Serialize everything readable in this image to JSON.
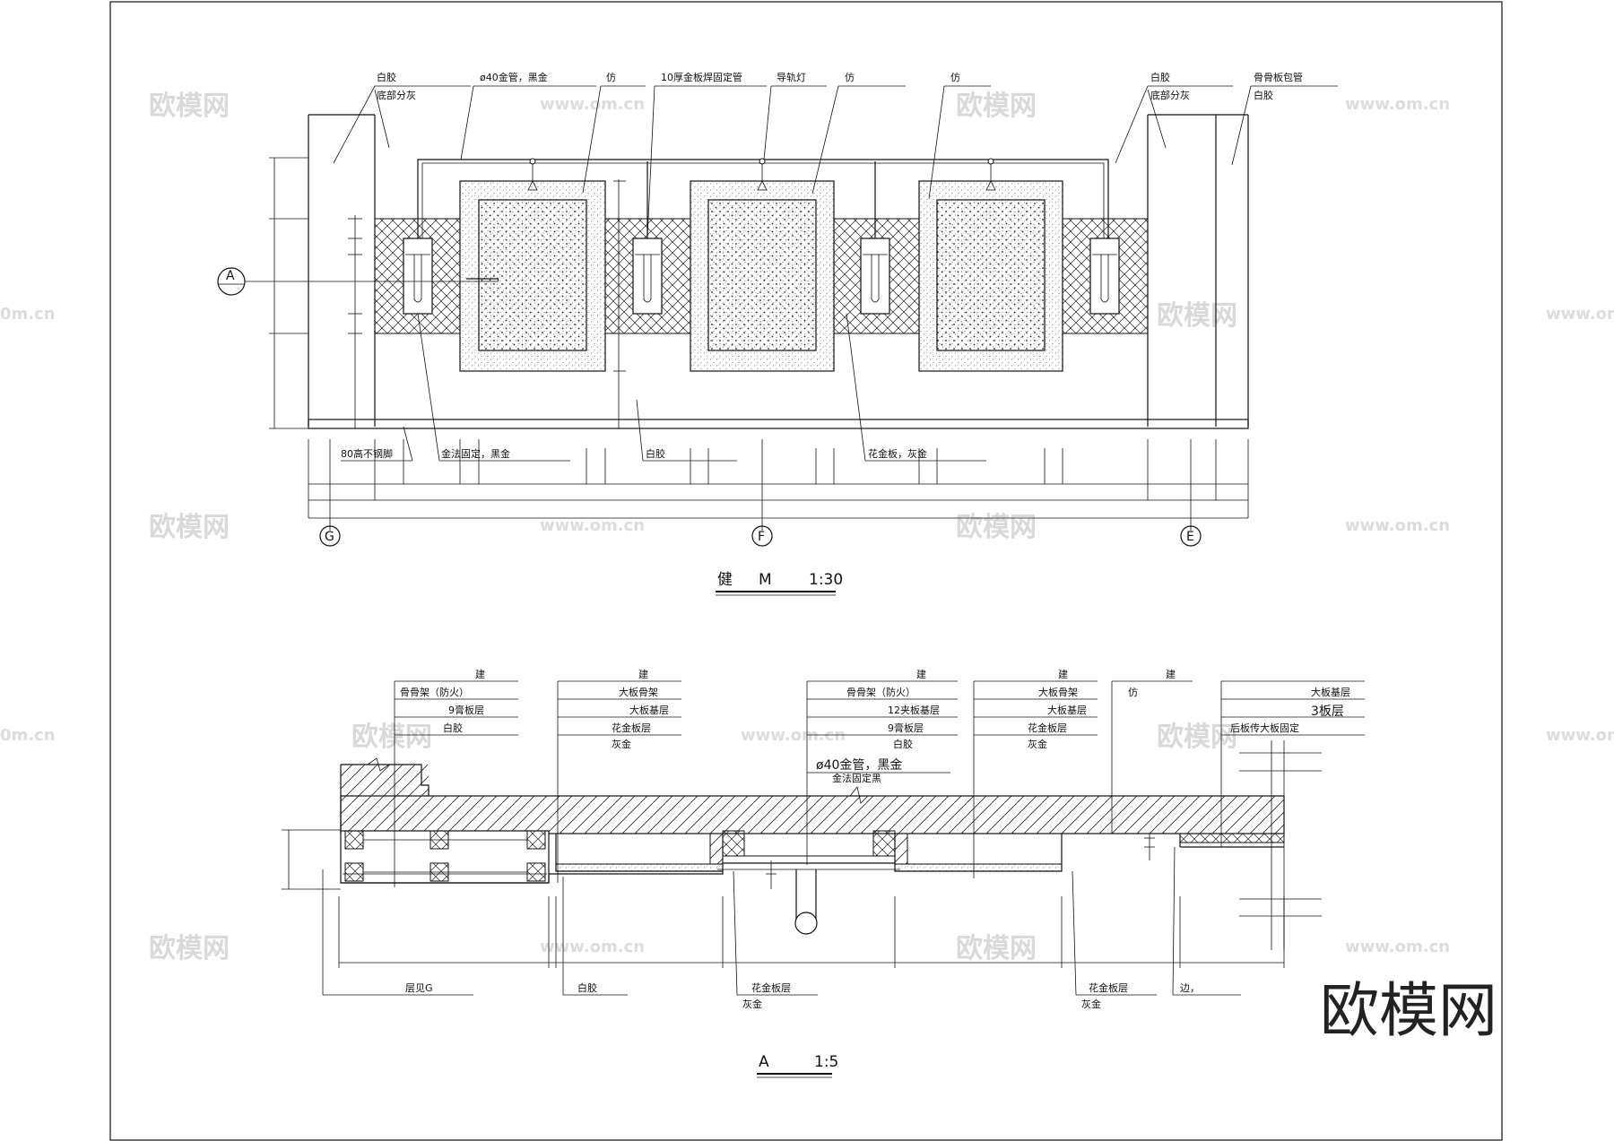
{
  "watermarks": {
    "brand": "欧模网",
    "url": "www.om.cn",
    "url_short": "0m.cn",
    "corner_brand": "欧模网"
  },
  "elevation": {
    "title_char": "健",
    "title_letter": "M",
    "scale": "1:30",
    "top_labels": [
      "白胶",
      "底部分灰",
      "ø40金管，黑金",
      "仿",
      "10厚金板焊固定管",
      "导轨灯",
      "仿",
      "仿",
      "白胶",
      "底部分灰",
      "骨骨板包管",
      "白胶"
    ],
    "bottom_labels": [
      "80高不钢脚",
      "金法固定，黑金",
      "白胶",
      "花金板，灰金"
    ],
    "section_marker": "A",
    "axes": [
      "G",
      "F",
      "E"
    ]
  },
  "section": {
    "title_letter": "A",
    "scale": "1:5",
    "col1": [
      "建",
      "骨骨架（防火）",
      "9膏板层",
      "白胶"
    ],
    "col2": [
      "建",
      "大板骨架",
      "大板基层",
      "花金板层",
      "灰金"
    ],
    "col3": [
      "建",
      "骨骨架（防火）",
      "12夹板基层",
      "9膏板层",
      "白胶"
    ],
    "pipe_note": [
      "ø40金管，黑金",
      "金法固定黑"
    ],
    "col4": [
      "建",
      "大板骨架",
      "大板基层",
      "花金板层",
      "灰金"
    ],
    "col5": [
      "仿",
      "建"
    ],
    "col6": [
      "大板基层",
      "3板层",
      "后板传大板固定"
    ],
    "bottom_labels": [
      "层见G",
      "白胶",
      "花金板层",
      "灰金",
      "花金板层",
      "灰金",
      "边，"
    ]
  }
}
